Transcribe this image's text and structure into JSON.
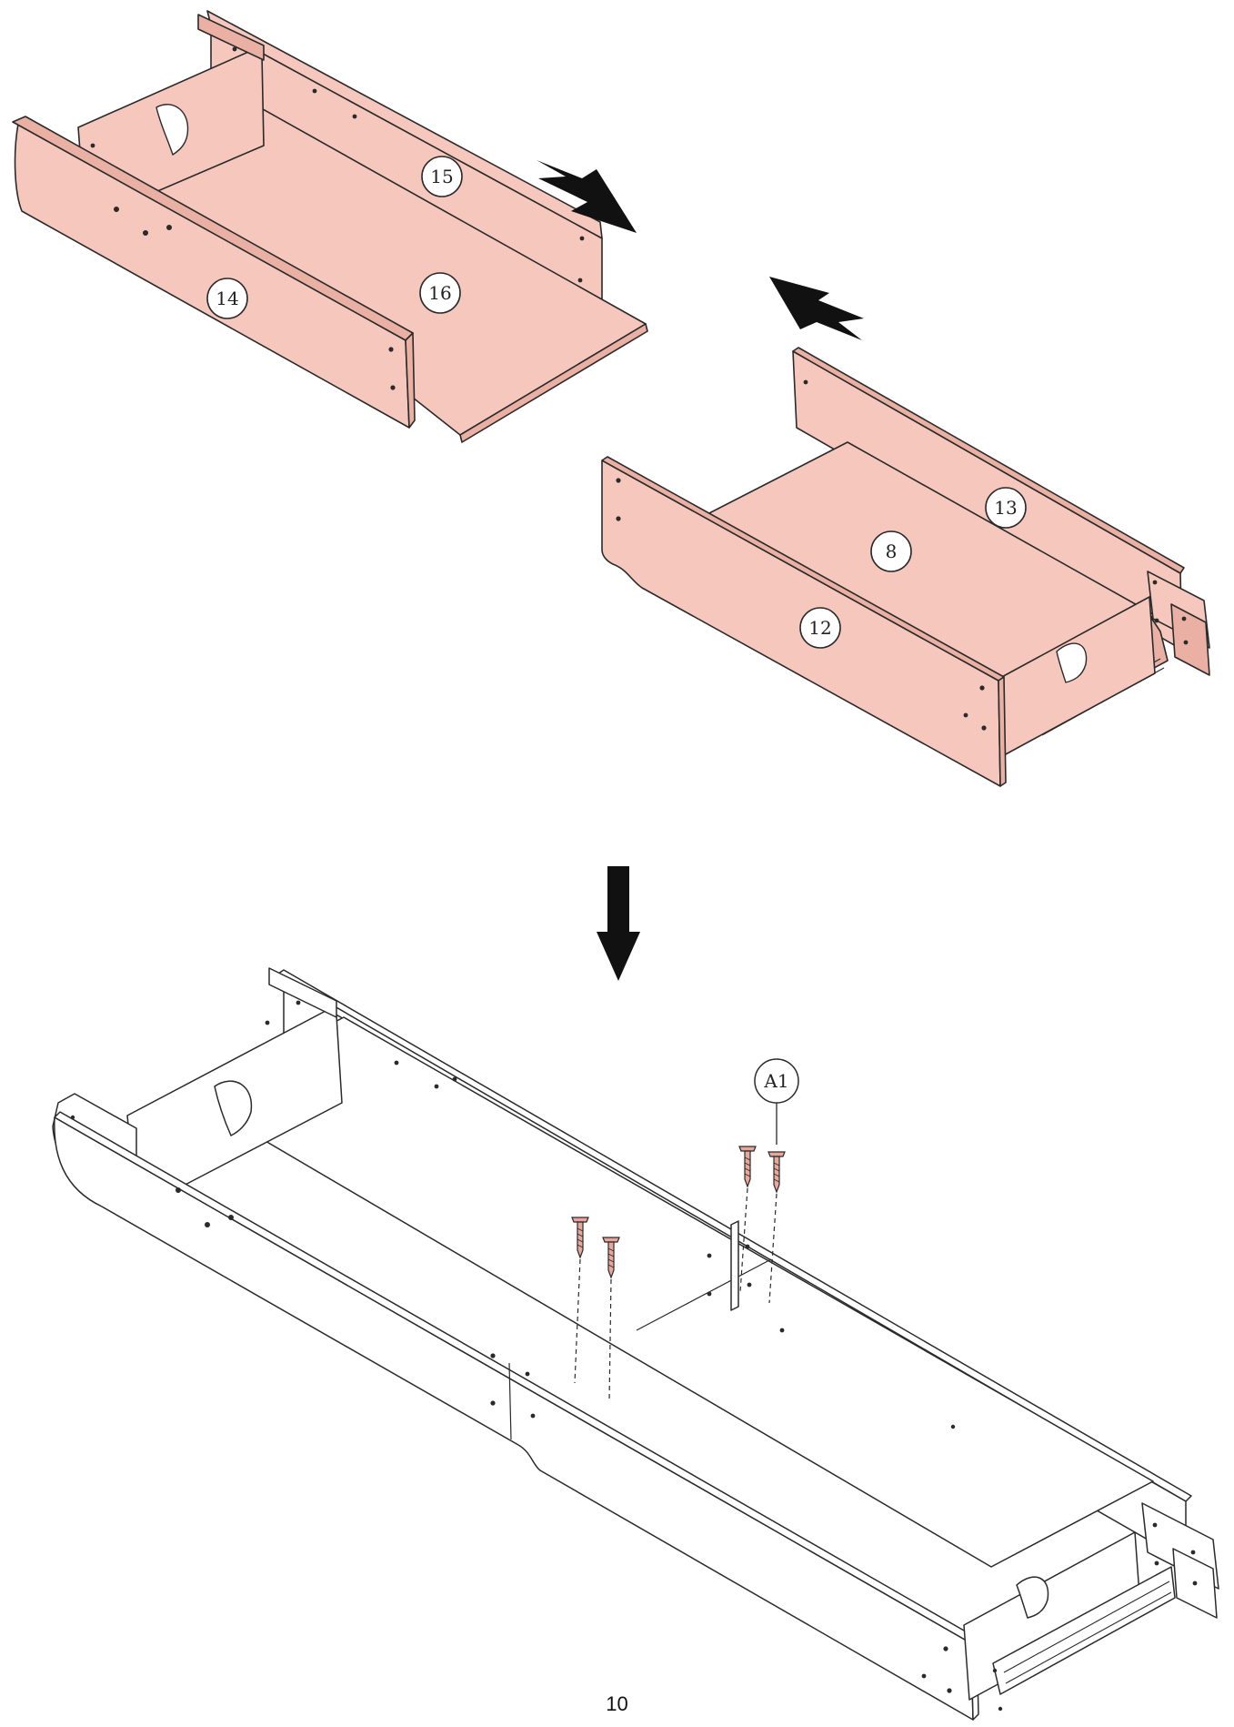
{
  "colors": {
    "panel": "#f6c8bd",
    "panel_dark": "#e9b0a3",
    "outline": "#2a2a2a",
    "screw": "#e8a79a",
    "final_panel": "#ffffff"
  },
  "step_top": {
    "part_labels": {
      "p15": "15",
      "p16": "16",
      "p14": "14",
      "p13": "13",
      "p8": "8",
      "p12": "12"
    }
  },
  "step_bottom": {
    "hardware_label": "A1"
  },
  "footer": {
    "page_number": "10"
  }
}
